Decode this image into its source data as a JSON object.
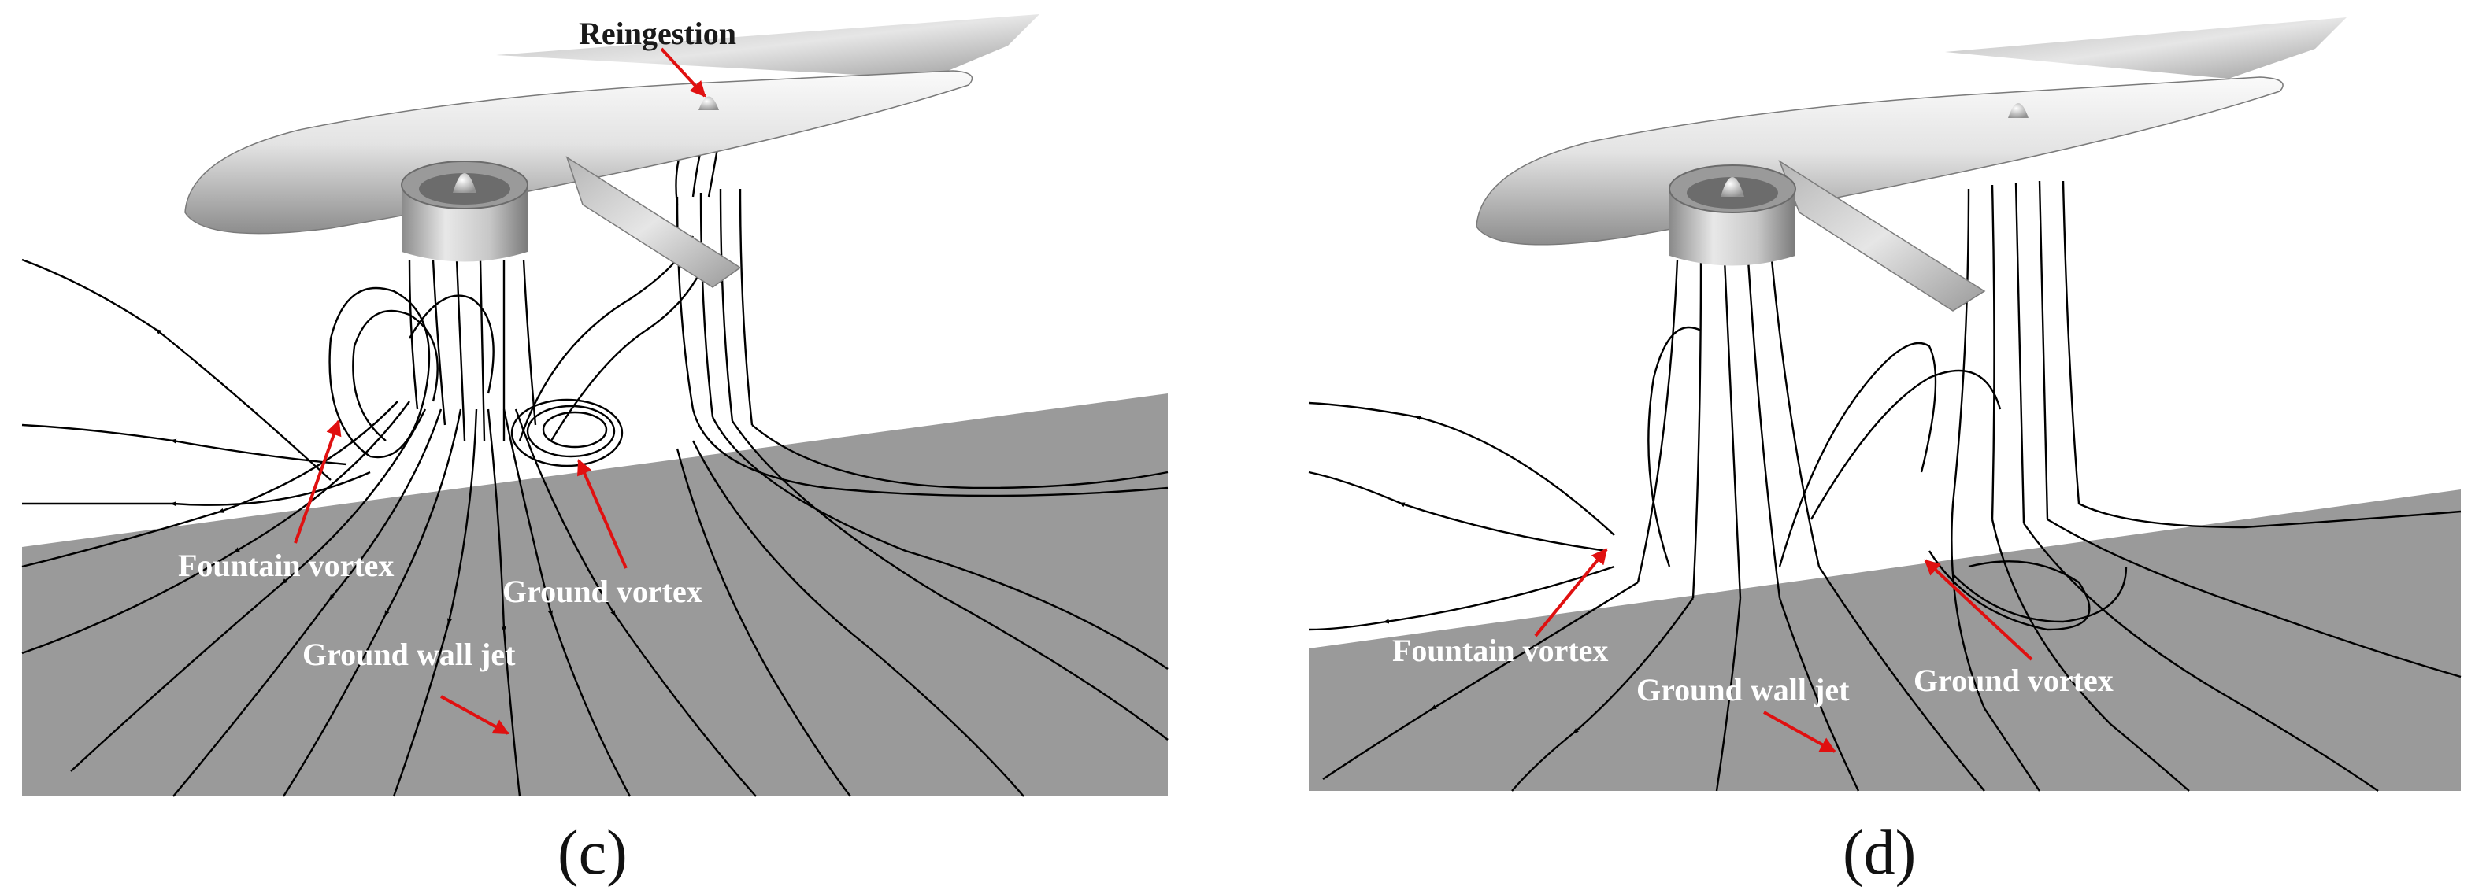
{
  "panels": [
    {
      "id": "c",
      "label": "(c)",
      "annotations": {
        "reingestion": "Reingestion",
        "fountain_vortex": "Fountain vortex",
        "ground_vortex": "Ground vortex",
        "ground_wall_jet": "Ground wall jet"
      }
    },
    {
      "id": "d",
      "label": "(d)",
      "annotations": {
        "fountain_vortex": "Fountain vortex",
        "ground_vortex": "Ground vortex",
        "ground_wall_jet": "Ground wall jet"
      }
    }
  ],
  "colors": {
    "ground": "#9a9a9a",
    "streamline": "#000000",
    "arrow": "#e01010",
    "aircraft": "#d9d9d9"
  }
}
